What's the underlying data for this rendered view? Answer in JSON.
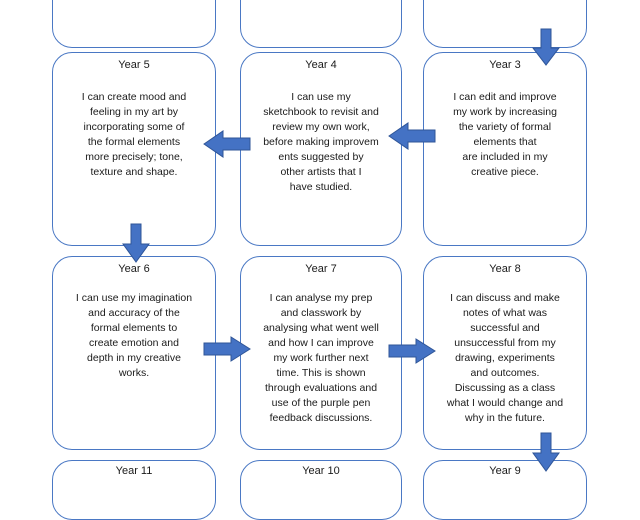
{
  "colors": {
    "card_border": "#4a78c4",
    "arrow_fill": "#4472c4",
    "arrow_stroke": "#2f5597"
  },
  "icons": {
    "flow_arrow": "block-arrow-icon"
  },
  "cards": {
    "year5": {
      "title": "Year 5",
      "lines": [
        "I can create mood and",
        "feeling in my art by",
        "incorporating some of",
        "the formal elements",
        "more precisely; tone,",
        "texture and shape."
      ]
    },
    "year4": {
      "title": "Year 4",
      "lines": [
        "I can use my",
        "sketchbook to revisit and",
        "review my own work,",
        "before making improvem",
        "ents suggested by",
        "other artists that I",
        "have studied."
      ]
    },
    "year3": {
      "title": "Year 3",
      "lines": [
        "I can edit and improve",
        "my work by increasing",
        "the variety of formal",
        "elements that",
        "are included in my",
        "creative piece."
      ]
    },
    "year6": {
      "title": "Year 6",
      "lines": [
        "I can use my imagination",
        "and accuracy of the",
        "formal elements to",
        "create emotion and",
        "depth in my creative",
        "works."
      ]
    },
    "year7": {
      "title": "Year 7",
      "lines": [
        "I can analyse my prep",
        "and classwork by",
        "analysing what went well",
        "and how I can improve",
        "my work further next",
        "time. This is shown",
        "through evaluations and",
        "use of the purple pen",
        "feedback discussions."
      ]
    },
    "year8": {
      "title": "Year 8",
      "lines": [
        "I can discuss and make",
        "notes of what was",
        "successful and",
        "unsuccessful from my",
        "drawing, experiments",
        "and outcomes.",
        "Discussing as a class",
        "what I would change and",
        "why in the future."
      ]
    },
    "year11": {
      "title": "Year 11"
    },
    "year10": {
      "title": "Year 10"
    },
    "year9": {
      "title": "Year 9"
    }
  }
}
